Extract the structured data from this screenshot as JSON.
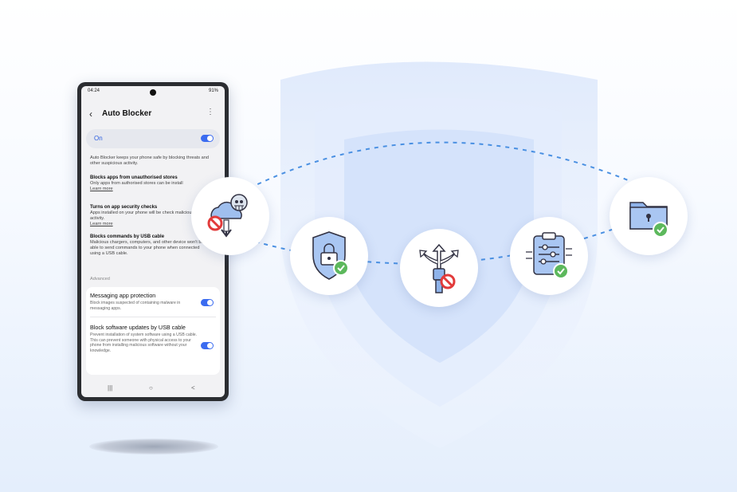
{
  "colors": {
    "accent": "#3b6cf0",
    "shield": "#d6e4fa",
    "icon_blue": "#7aa7e8",
    "check_green": "#5cb85c",
    "block_red": "#e23b3b"
  },
  "phone": {
    "status_time": "04:24",
    "status_battery": "91%",
    "title": "Auto Blocker",
    "on_label": "On",
    "description": "Auto Blocker keeps your phone safe by blocking threats and other suspicious activity.",
    "features": [
      {
        "title": "Blocks apps from unauthorised stores",
        "body": "Only apps from authorised stores can be install",
        "link": "Learn more"
      },
      {
        "title": "Turns on app security checks",
        "body": "Apps installed on your phone will be check malicious activity.",
        "link": "Learn more"
      },
      {
        "title": "Blocks commands by USB cable",
        "body": "Malicious chargers, computers, and other device won't be able to send commands to your phone when connected using a USB cable.",
        "link": ""
      }
    ],
    "advanced_header": "Advanced",
    "advanced": [
      {
        "title": "Messaging app protection",
        "body": "Block images suspected of containing malware in messaging apps.",
        "enabled": true
      },
      {
        "title": "Block software updates by USB cable",
        "body": "Prevent installation of system software using a USB cable. This can prevent someone with physical access to your phone from installing malicious software without your knowledge.",
        "enabled": true
      }
    ],
    "nav": {
      "recents": "|||",
      "home": "○",
      "back": "<"
    }
  },
  "features_icons": [
    {
      "name": "blocked-cloud-download-icon"
    },
    {
      "name": "shield-lock-check-icon"
    },
    {
      "name": "usb-blocked-icon"
    },
    {
      "name": "clipboard-settings-check-icon"
    },
    {
      "name": "folder-lock-check-icon"
    }
  ]
}
